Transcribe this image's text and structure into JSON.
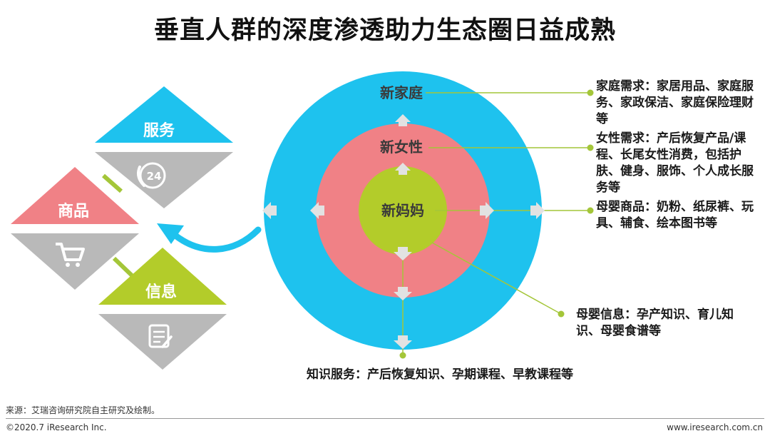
{
  "title": "垂直人群的深度渗透助力生态圈日益成熟",
  "rings": {
    "outer": "新家庭",
    "middle": "新女性",
    "inner": "新妈妈"
  },
  "left_items": {
    "service": "服务",
    "goods": "商品",
    "info": "信息",
    "service_icon_text": "24"
  },
  "notes": {
    "family": "家庭需求：家居用品、家庭服务、家政保洁、家庭保险理财等",
    "female": "女性需求：产后恢复产品/课程、长尾女性消费，包括护肤、健身、服饰、个人成长服务等",
    "baby_goods": "母婴商品：奶粉、纸尿裤、玩具、辅食、绘本图书等",
    "baby_info": "母婴信息：孕产知识、育儿知识、母婴食谱等",
    "knowledge": "知识服务：产后恢复知识、孕期课程、早教课程等"
  },
  "footer": {
    "source": "来源：艾瑞咨询研究院自主研究及绘制。",
    "copyright": "©2020.7 iResearch Inc.",
    "website": "www.iresearch.com.cn"
  },
  "colors": {
    "blue": "#1EC2EE",
    "pink": "#F08186",
    "green": "#B3CC2A",
    "gray": "#B9B9B9",
    "connector": "#A4C639"
  },
  "icons": [
    "phone-24-icon",
    "shopping-cart-icon",
    "document-edit-icon",
    "curved-arrow-icon"
  ]
}
